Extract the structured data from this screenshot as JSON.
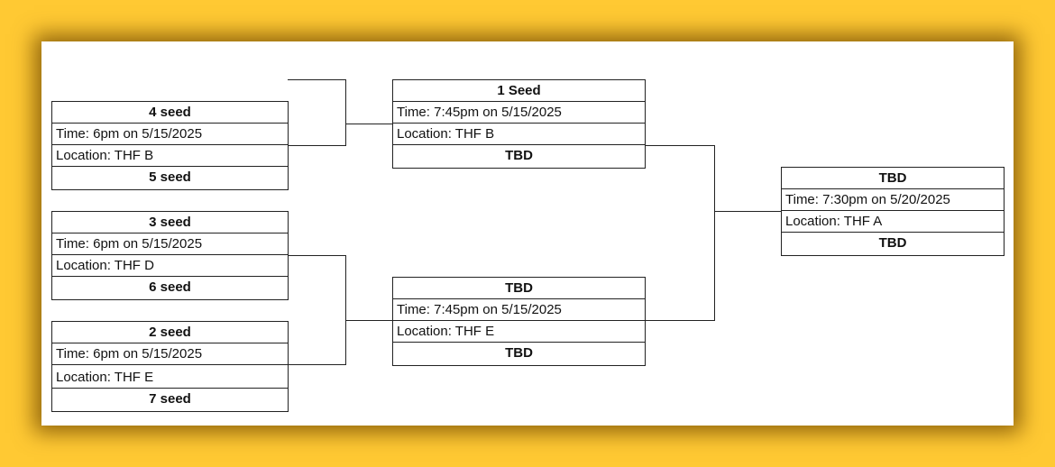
{
  "bracket": {
    "matches": [
      {
        "top": "4 seed",
        "time": "Time: 6pm on 5/15/2025",
        "location": "Location: THF B",
        "bottom": "5 seed"
      },
      {
        "top": "3 seed",
        "time": "Time: 6pm on 5/15/2025",
        "location": "Location: THF D",
        "bottom": "6 seed"
      },
      {
        "top": "2 seed",
        "time": "Time: 6pm on 5/15/2025",
        "location": "Location: THF E",
        "bottom": "7 seed"
      },
      {
        "top": "1 Seed",
        "time": "Time: 7:45pm on 5/15/2025",
        "location": "Location: THF B",
        "bottom": "TBD"
      },
      {
        "top": "TBD",
        "time": "Time: 7:45pm on 5/15/2025",
        "location": "Location: THF E",
        "bottom": "TBD"
      },
      {
        "top": "TBD",
        "time": "Time: 7:30pm on 5/20/2025",
        "location": "Location: THF A",
        "bottom": "TBD"
      }
    ]
  },
  "colors": {
    "frame_background": "#FFC933",
    "sheet": "#FFFFFF",
    "lines": "#222222"
  }
}
